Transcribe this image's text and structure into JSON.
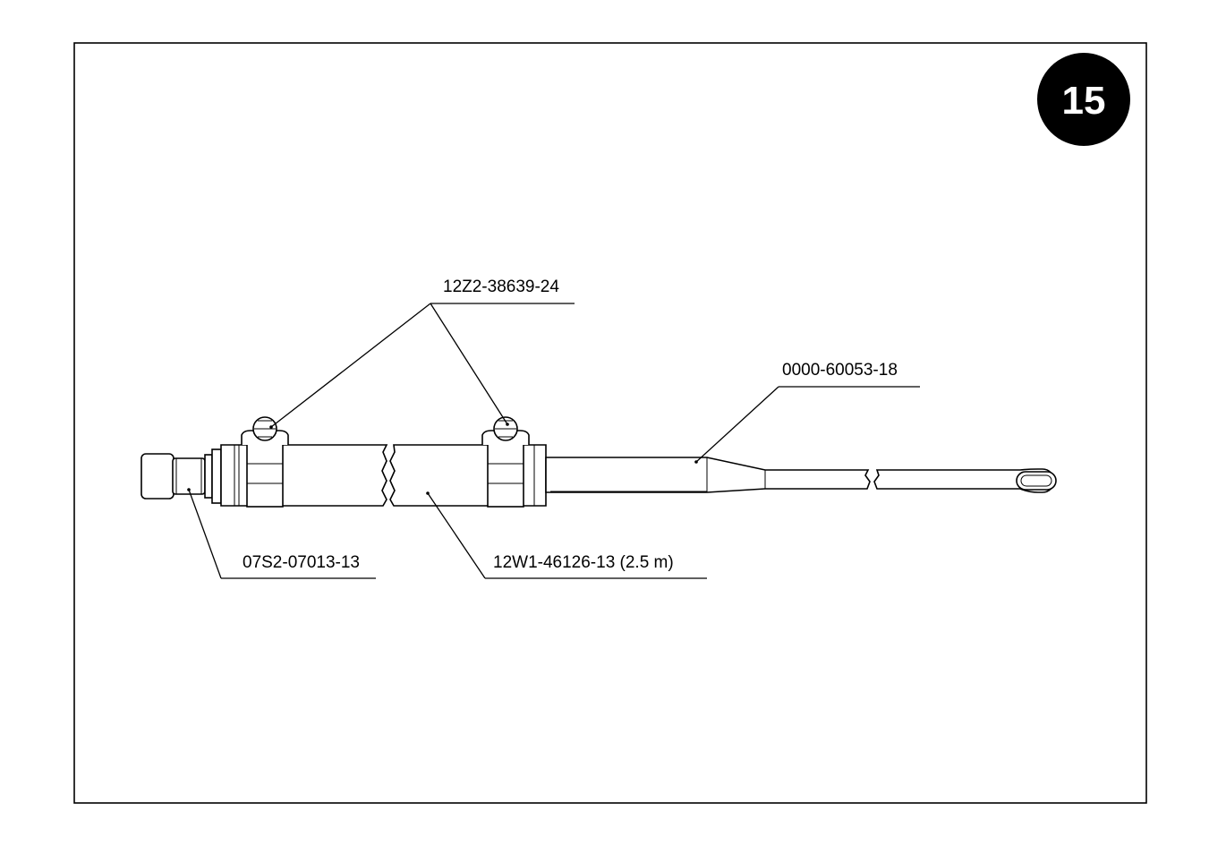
{
  "page": {
    "badge": "15"
  },
  "callouts": {
    "hose_clamps": "12Z2-38639-24",
    "probe_tube": "0000-60053-18",
    "quick_coupling": "07S2-07013-13",
    "hose": "12W1-46126-13 (2.5 m)"
  },
  "colors": {
    "line": "#000000",
    "background": "#ffffff",
    "badge_fill": "#000000",
    "badge_text": "#ffffff"
  }
}
